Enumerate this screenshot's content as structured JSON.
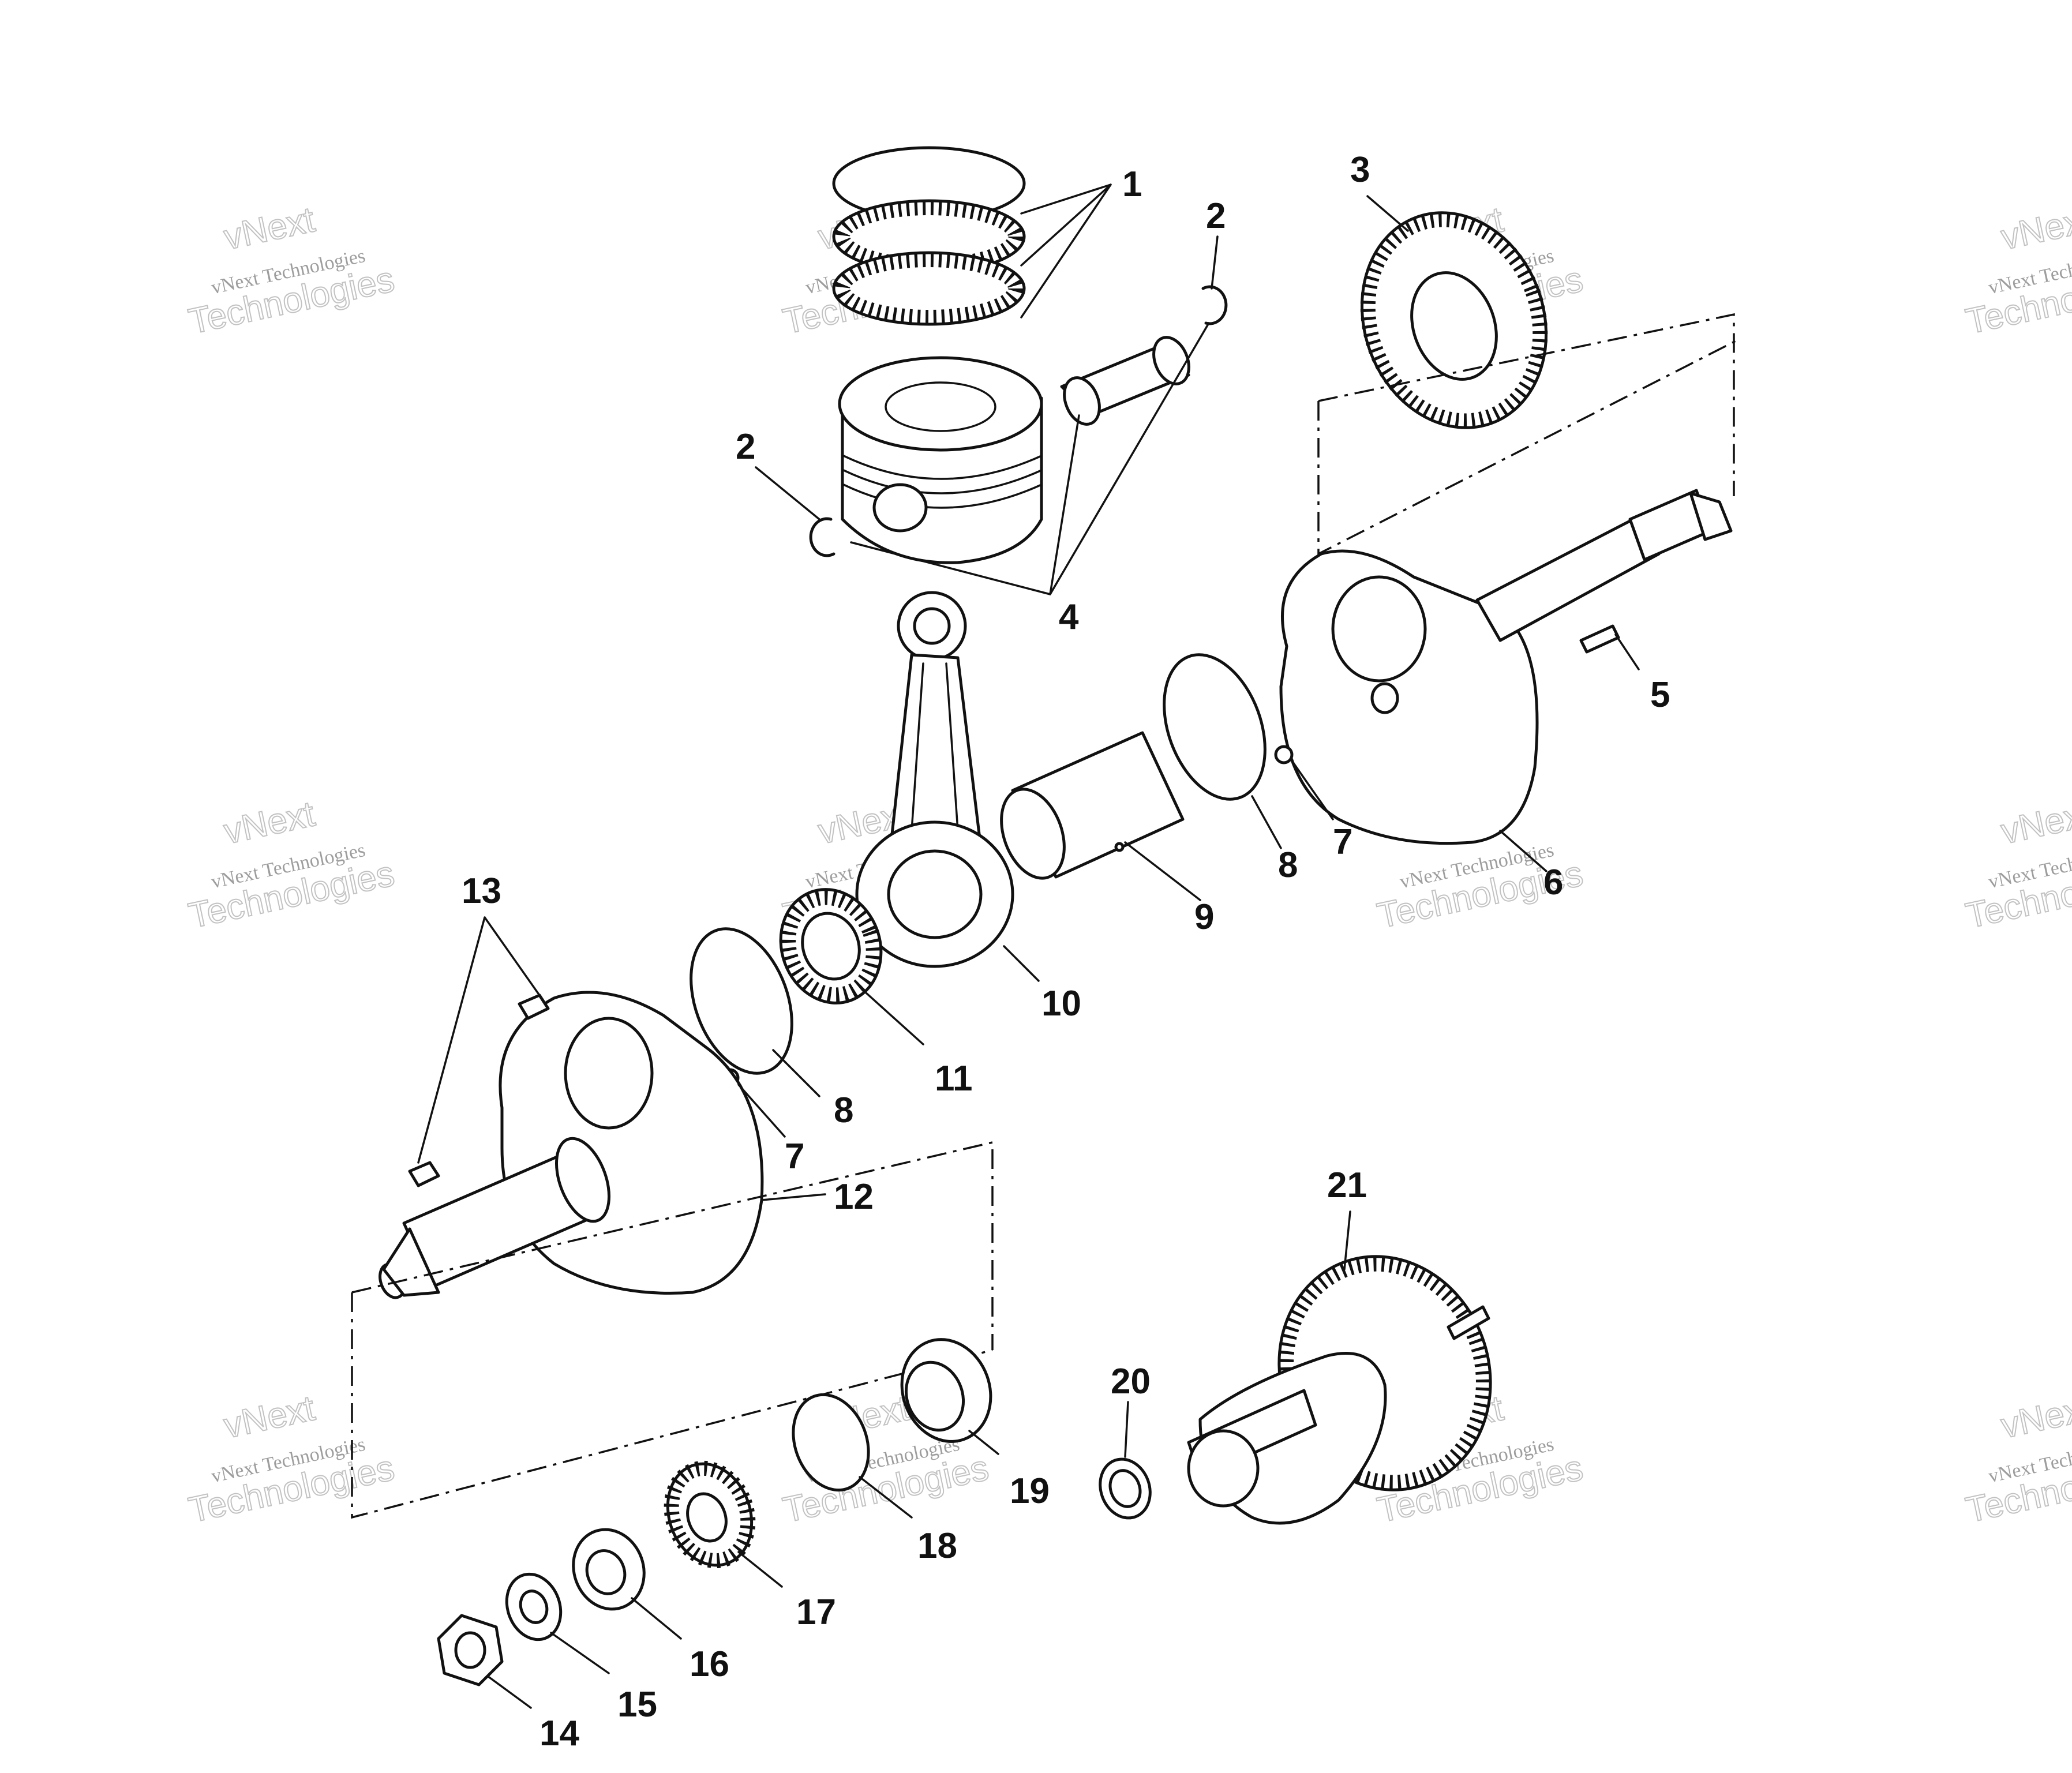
{
  "callouts": [
    "1",
    "2",
    "2",
    "3",
    "4",
    "5",
    "6",
    "7",
    "7",
    "8",
    "8",
    "9",
    "10",
    "11",
    "12",
    "13",
    "14",
    "15",
    "16",
    "17",
    "18",
    "19",
    "20",
    "21"
  ],
  "watermark": {
    "line1": "vNext",
    "line2": "vNext Technologies",
    "line3": "Technologies"
  },
  "colors": {
    "ink": "#111111",
    "paper": "#ffffff",
    "watermark": "#9a9a9a"
  }
}
